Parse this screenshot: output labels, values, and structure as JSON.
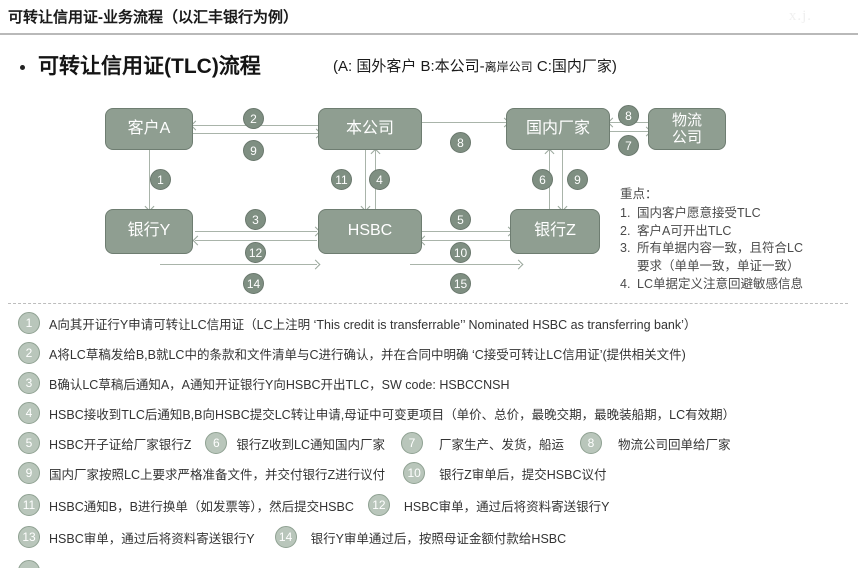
{
  "header": {
    "title": "可转让信用证-业务流程（以汇丰银行为例）",
    "watermark": "x.j."
  },
  "subtitle": {
    "main": "可转让信用证(TLC)流程",
    "legend_a": "(A: 国外客户  B:本公司-",
    "legend_small": "离岸公司",
    "legend_b": "  C:国内厂家)"
  },
  "diagram": {
    "nodes": [
      {
        "id": "customer_a",
        "label": "客户A"
      },
      {
        "id": "our_company",
        "label": "本公司"
      },
      {
        "id": "domestic_factory",
        "label": "国内厂家"
      },
      {
        "id": "logistics",
        "label": "物流\n公司",
        "line1": "物流",
        "line2": "公司"
      },
      {
        "id": "bank_y",
        "label": "银行Y"
      },
      {
        "id": "hsbc",
        "label": "HSBC"
      },
      {
        "id": "bank_z",
        "label": "银行Z"
      }
    ],
    "badges": [
      "2",
      "9",
      "8",
      "8",
      "7",
      "1",
      "11",
      "4",
      "6",
      "9",
      "3",
      "12",
      "5",
      "10",
      "14",
      "15"
    ],
    "badge_2": "2",
    "badge_9a": "9",
    "badge_8a": "8",
    "badge_8b": "8",
    "badge_7": "7",
    "badge_1": "1",
    "badge_11": "11",
    "badge_4": "4",
    "badge_6": "6",
    "badge_9b": "9",
    "badge_3": "3",
    "badge_12": "12",
    "badge_5": "5",
    "badge_10": "10",
    "badge_14": "14",
    "badge_15": "15"
  },
  "keypoints": {
    "title": "重点：",
    "items": [
      {
        "num": "1.",
        "text": "国内客户愿意接受TLC"
      },
      {
        "num": "2.",
        "text": "客户A可开出TLC"
      },
      {
        "num": "3.",
        "text": "所有单据内容一致，且符合LC"
      },
      {
        "num": "",
        "text": "要求（单单一致，单证一致）"
      },
      {
        "num": "4.",
        "text": "LC单据定义注意回避敏感信息"
      }
    ]
  },
  "steps": [
    {
      "num": "1",
      "text": "A向其开证行Y申请可转让LC信用证（LC上注明 ‘This credit is transferrable’’ Nominated HSBC as transferring bank’）"
    },
    {
      "num": "2",
      "text": "A将LC草稿发给B,B就LC中的条款和文件清单与C进行确认，并在合同中明确 ‘C接受可转让LC信用证’(提供相关文件)"
    },
    {
      "num": "3",
      "text": "B确认LC草稿后通知A，A通知开证银行Y向HSBC开出TLC，SW code: HSBCCNSH"
    },
    {
      "num": "4",
      "text": "HSBC接收到TLC后通知B,B向HSBC提交LC转让申请,母证中可变更项目（单价、总价，最晚交期，最晚装船期，LC有效期）"
    },
    {
      "num": "5",
      "text": "HSBC开子证给厂家银行Z"
    },
    {
      "num": "6",
      "text": "银行Z收到LC通知国内厂家"
    },
    {
      "num": "7",
      "text": "厂家生产、发货，船运"
    },
    {
      "num": "8",
      "text": "物流公司回单给厂家"
    },
    {
      "num": "9",
      "text": "国内厂家按照LC上要求严格准备文件，并交付银行Z进行议付"
    },
    {
      "num": "10",
      "text": "银行Z审单后，提交HSBC议付"
    },
    {
      "num": "11",
      "text": "HSBC通知B，B进行换单（如发票等），然后提交HSBC"
    },
    {
      "num": "12",
      "text": "HSBC审单，通过后将资料寄送银行Y"
    },
    {
      "num": "13",
      "text": "HSBC审单，通过后将资料寄送银行Y"
    },
    {
      "num": "14",
      "text": "银行Y审单通过后，按照母证金额付款给HSBC"
    }
  ],
  "colors": {
    "node_fill": "#8f9e91",
    "node_border": "#6e7d71",
    "badge_fill": "#7f8f82",
    "step_circle_fill": "#b9c6bb",
    "connector": "#a9b4aa",
    "header_rule": "#b9b9b9"
  }
}
